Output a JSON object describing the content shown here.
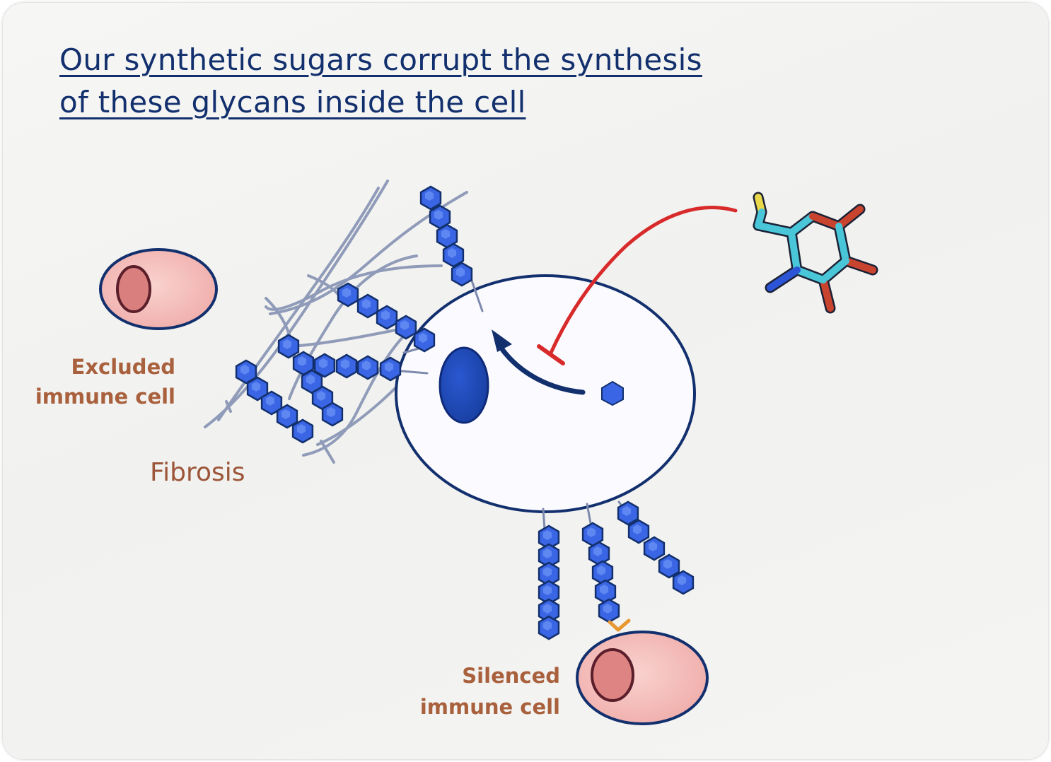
{
  "title": {
    "line1": "Our synthetic sugars corrupt the synthesis",
    "line2": "of these glycans inside the cell"
  },
  "labels": {
    "excluded_line1": "Excluded",
    "excluded_line2": "immune cell",
    "fibrosis": "Fibrosis",
    "silenced_line1": "Silenced",
    "silenced_line2": "immune cell"
  },
  "colors": {
    "title": "#13306e",
    "cell_outline": "#13306e",
    "sugar_blue": "#2f5fe0",
    "nucleus": "#1f47b8",
    "inhibition_red": "#d82a2a",
    "immune_cell_pink": "#f2b6b3",
    "label_brown": "#a9603c",
    "molecule_carbon": "#49c6d8",
    "molecule_oxygen": "#c9442f",
    "molecule_sulfur": "#e8d84a",
    "molecule_nitrogen": "#2b55d6"
  },
  "icons": {
    "glycan_unit": "hexagon-icon",
    "arrow": "curved-arrow-icon",
    "inhibition": "t-bar-inhibition-icon",
    "molecule": "synthetic-sugar-molecule-icon"
  }
}
